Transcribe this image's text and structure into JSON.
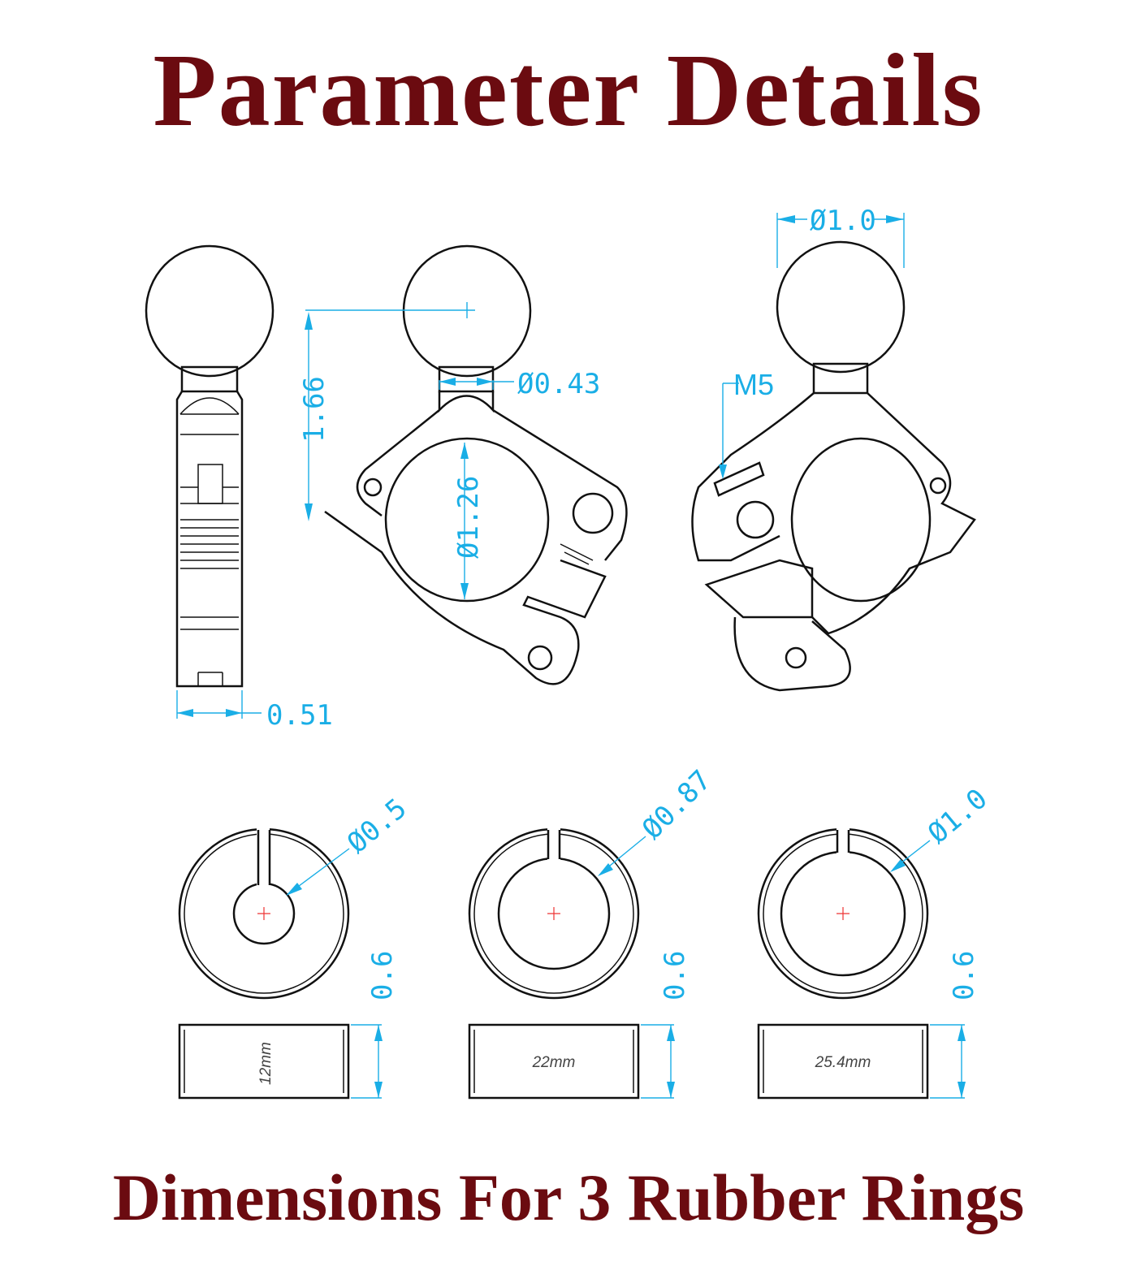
{
  "header": {
    "title": "Parameter Details"
  },
  "footer": {
    "title": "Dimensions For 3 Rubber Rings"
  },
  "colors": {
    "title": "#6b0b10",
    "dimension": "#1aaee6",
    "line": "#111111",
    "center_mark": "#ee3333"
  },
  "mount_dimensions": {
    "ball_diameter": "Ø1.0",
    "neck_diameter": "Ø0.43",
    "height": "1.66",
    "clamp_diameter": "Ø1.26",
    "side_width": "0.51",
    "screw": "M5"
  },
  "rings": [
    {
      "inner_diameter": "Ø0.5",
      "height": "0.6",
      "label": "12mm"
    },
    {
      "inner_diameter": "Ø0.87",
      "height": "0.6",
      "label": "22mm"
    },
    {
      "inner_diameter": "Ø1.0",
      "height": "0.6",
      "label": "25.4mm"
    }
  ]
}
